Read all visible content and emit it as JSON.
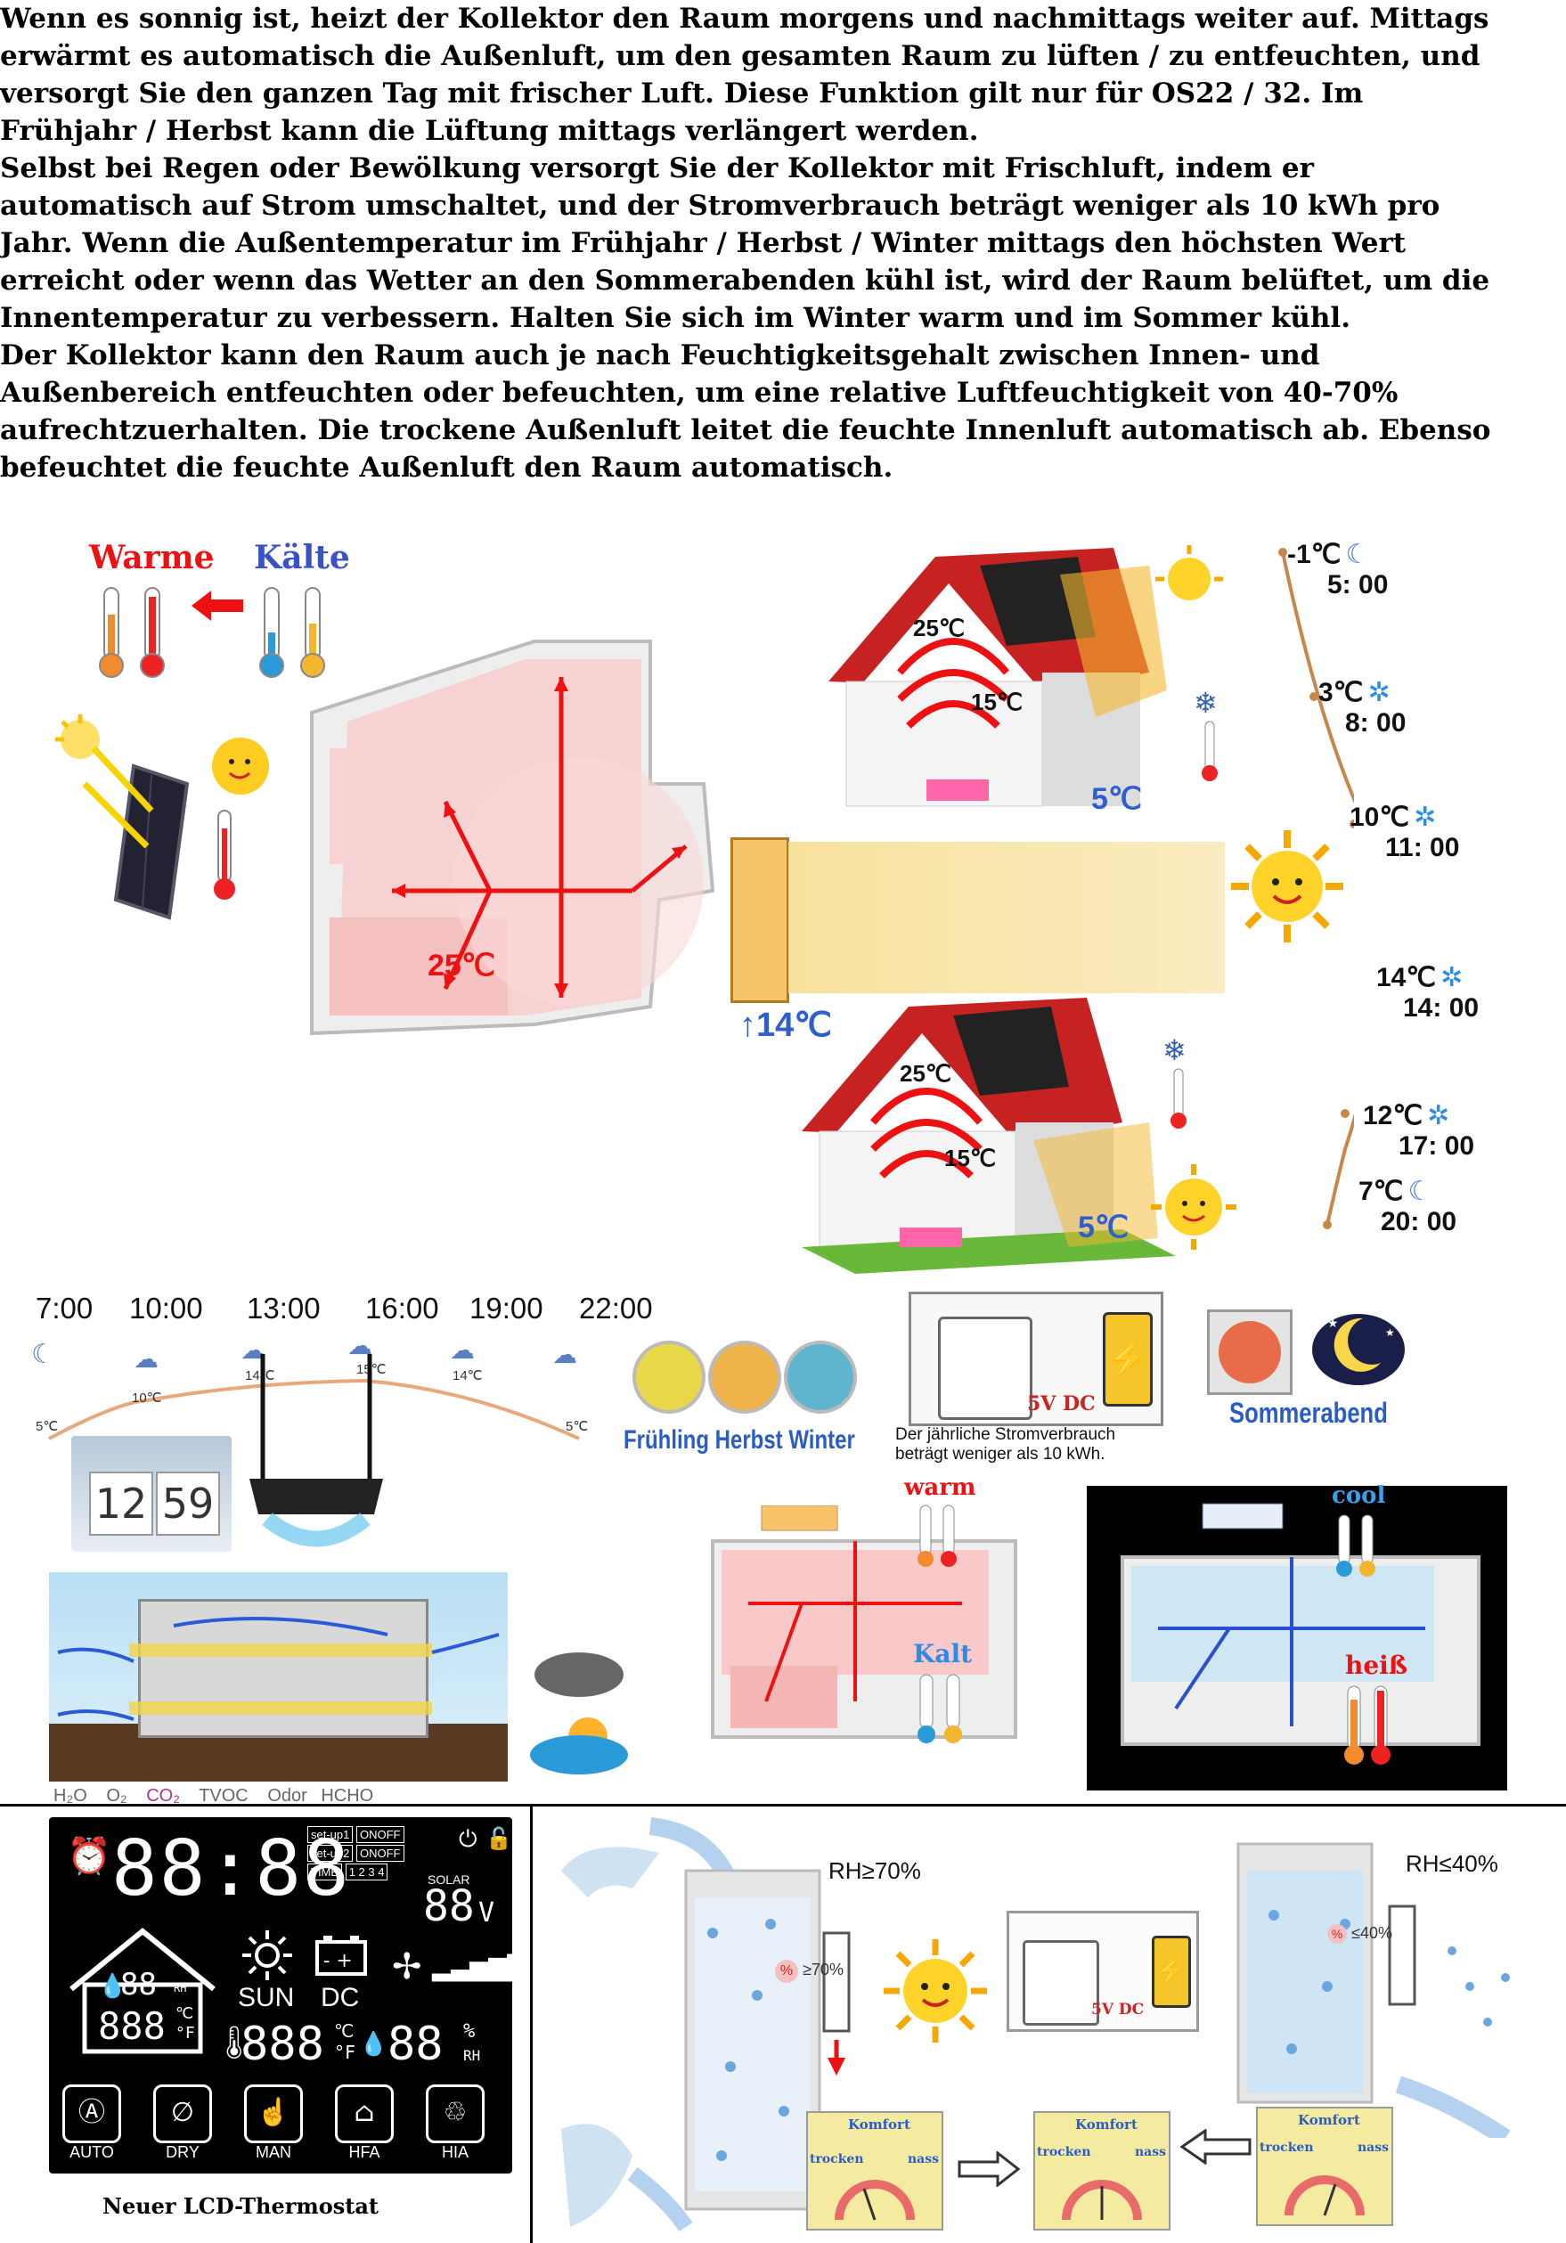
{
  "intro": {
    "p1": "Wenn es sonnig ist, heizt der Kollektor den Raum morgens und nachmittags weiter auf. Mittags erwärmt es automatisch die Außenluft, um den gesamten Raum zu lüften / zu entfeuchten, und versorgt Sie den ganzen Tag mit frischer Luft. Diese Funktion gilt nur für OS22 / 32. Im Frühjahr / Herbst kann die Lüftung mittags verlängert werden.",
    "p2": "Selbst bei Regen oder Bewölkung versorgt Sie der Kollektor mit Frischluft, indem er automatisch auf Strom umschaltet, und der Stromverbrauch beträgt weniger als 10 kWh pro Jahr. Wenn die Außentemperatur im Frühjahr / Herbst / Winter mittags den höchsten Wert erreicht oder wenn das Wetter an den Sommerabenden kühl ist, wird der Raum belüftet, um die Innentemperatur zu verbessern. Halten Sie sich im Winter warm und im Sommer kühl.",
    "p3": "Der Kollektor kann den Raum auch je nach Feuchtigkeitsgehalt zwischen Innen- und Außenbereich entfeuchten oder befeuchten, um eine relative Luftfeuchtigkeit von 40-70% aufrechtzuerhalten. Die trockene Außenluft leitet die feuchte Innenluft automatisch ab. Ebenso befeuchtet die feuchte Außenluft den Raum automatisch."
  },
  "legend": {
    "warm": "Warme",
    "cold": "Kälte"
  },
  "main_diagram": {
    "room_temp": "25℃",
    "inlet_temp": "14℃",
    "house_top": {
      "inner_hot": "25℃",
      "inner_cool": "15℃",
      "outside": "5℃"
    },
    "house_bottom": {
      "inner_hot": "25℃",
      "inner_cool": "15℃",
      "outside": "5℃"
    }
  },
  "timeline": [
    {
      "temp": "-1℃",
      "time": "5:  00",
      "icon": "moon-icon"
    },
    {
      "temp": "3℃",
      "time": "8:  00",
      "icon": "snowflake-icon"
    },
    {
      "temp": "10℃",
      "time": "11:  00",
      "icon": "snowflake-icon"
    },
    {
      "temp": "14℃",
      "time": "14:  00",
      "icon": "snowflake-icon"
    },
    {
      "temp": "12℃",
      "time": "17:  00",
      "icon": "snowflake-icon"
    },
    {
      "temp": "7℃",
      "time": "20:  00",
      "icon": "moon-icon"
    }
  ],
  "daily": {
    "hours": [
      "7:00",
      "10:00",
      "13:00",
      "16:00",
      "19:00",
      "22:00"
    ],
    "temps": [
      "5℃",
      "10℃",
      "14℃",
      "15℃",
      "14℃",
      "5℃"
    ],
    "clock_h": "12",
    "clock_m": "59",
    "pollutants": [
      "H₂O",
      "O₂",
      "CO₂",
      "TVOC",
      "Odor",
      "HCHO"
    ]
  },
  "seasons": {
    "label": "Frühling Herbst Winter",
    "summer_evening": "Sommerabend"
  },
  "power": {
    "adapter_label": "5V DC",
    "caption_line1": "Der jährliche Stromverbrauch",
    "caption_line2": "beträgt weniger als 10 kWh."
  },
  "rooms": {
    "warm": "warm",
    "cold": "Kalt",
    "cool": "cool",
    "hot": "heiß"
  },
  "lcd": {
    "clock": "88:88",
    "setup1": "set-up1",
    "setup2": "set-up2",
    "onoff": "ONOFF",
    "time_label": "TIME",
    "time_slots": "1 2 3 4",
    "solar_label": "SOLAR",
    "solar_value": "88",
    "solar_unit": "V",
    "humidity_in": "88",
    "rh": "RH",
    "temp_in": "888",
    "sun_label": "SUN",
    "dc_label": "DC",
    "temp_out": "888",
    "deg_c": "℃",
    "deg_f": "°F",
    "humidity_out": "88",
    "percent": "%",
    "modes": [
      "AUTO",
      "DRY",
      "MAN",
      "HFA",
      "HIA"
    ],
    "title": "Neuer LCD-Thermostat"
  },
  "humidity": {
    "high_label": "RH≥70%",
    "high_badge": "≥70%",
    "low_label": "RH≤40%",
    "low_badge": "≤40%",
    "adapter": "5V DC",
    "gauge_title": "Komfort",
    "gauge_dry": "trocken",
    "gauge_wet": "nass"
  }
}
